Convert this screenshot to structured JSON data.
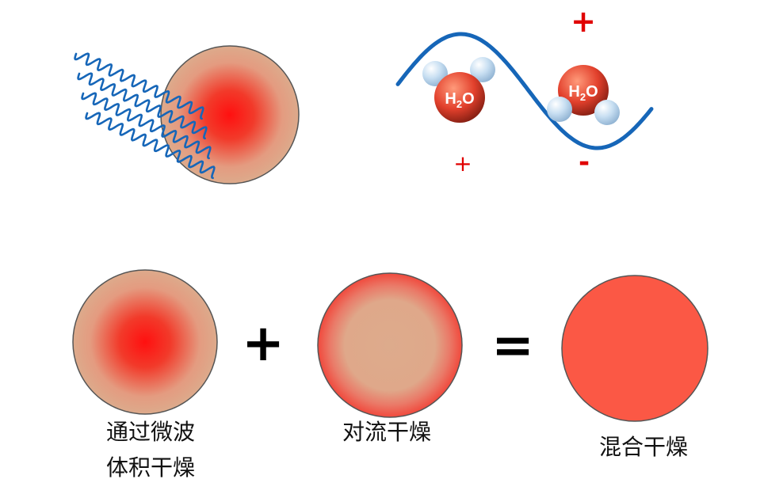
{
  "colors": {
    "heat_core": "#ff1010",
    "heat_edge": "#dcab8c",
    "surface_red": "#ef4a3c",
    "mixed_fill": "#fb5845",
    "wave_blue": "#1666b8",
    "outline": "#555555",
    "charge_red": "#e00000"
  },
  "top_left": {
    "icon": "microwave-radiation-icon"
  },
  "top_right": {
    "icon": "water-dipole-rotation-icon",
    "molecule_1": {
      "base": "H",
      "subscript": "2",
      "tail": "O"
    },
    "molecule_2": {
      "base": "H",
      "subscript": "2",
      "tail": "O"
    },
    "charge_top": "+",
    "charge_bottom_left": "+",
    "charge_bottom_right": "-"
  },
  "equation": {
    "plus": "+",
    "equals": "=",
    "microwave": {
      "line1": "通过微波",
      "line2": "体积干燥"
    },
    "convection": {
      "line1": "对流干燥"
    },
    "mixed": {
      "line1": "混合干燥"
    }
  }
}
